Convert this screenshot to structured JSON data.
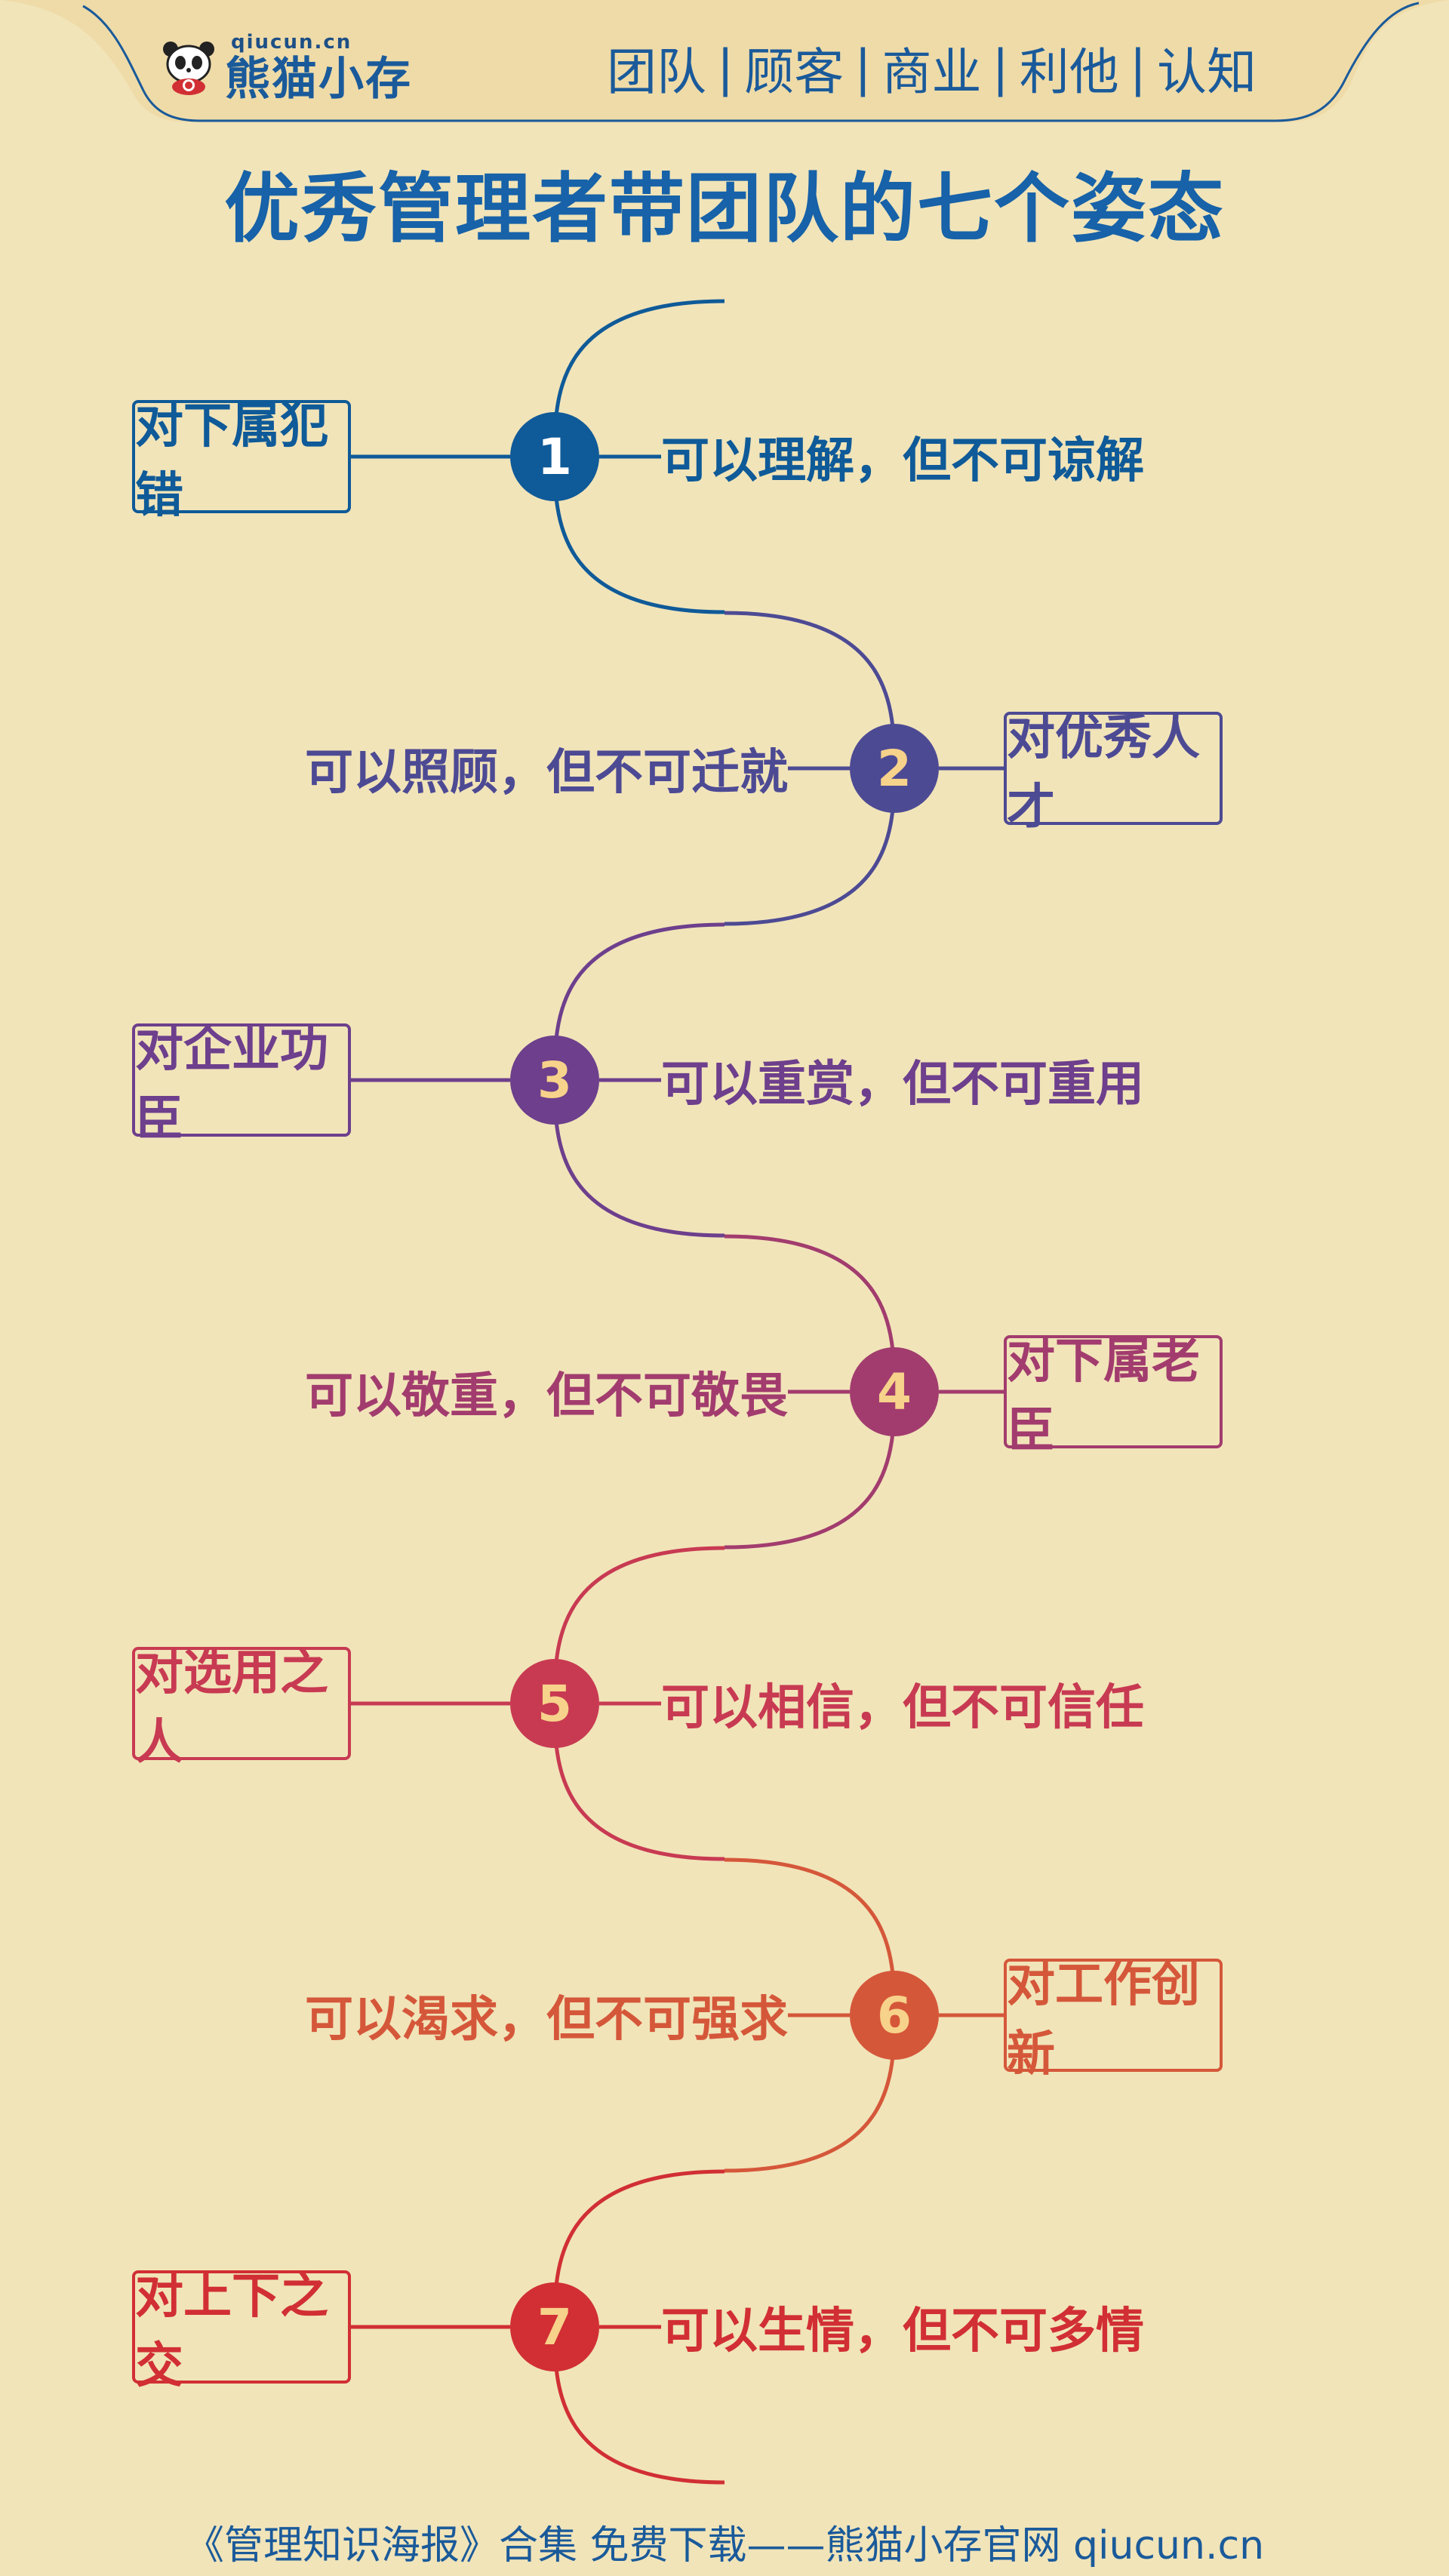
{
  "brand": {
    "url": "qiucun.cn",
    "name": "熊猫小存",
    "logo_icon": "panda-icon"
  },
  "nav": {
    "items": [
      "团队",
      "顾客",
      "商业",
      "利他",
      "认知"
    ],
    "separator": "|"
  },
  "title": "优秀管理者带团队的七个姿态",
  "steps": [
    {
      "number": "1",
      "label": "对下属犯错",
      "phrase": "可以理解，但不可谅解",
      "color": "#0f5a98",
      "num_color": "#ffffff"
    },
    {
      "number": "2",
      "label": "对优秀人才",
      "phrase": "可以照顾，但不可迁就",
      "color": "#4d4a94",
      "num_color": "#f7d28a"
    },
    {
      "number": "3",
      "label": "对企业功臣",
      "phrase": "可以重赏，但不可重用",
      "color": "#6d3f8c",
      "num_color": "#f7d28a"
    },
    {
      "number": "4",
      "label": "对下属老臣",
      "phrase": "可以敬重，但不可敬畏",
      "color": "#a23c6e",
      "num_color": "#f7d28a"
    },
    {
      "number": "5",
      "label": "对选用之人",
      "phrase": "可以相信，但不可信任",
      "color": "#c83a52",
      "num_color": "#f7d28a"
    },
    {
      "number": "6",
      "label": "对工作创新",
      "phrase": "可以渴求，但不可强求",
      "color": "#d5573a",
      "num_color": "#f7d28a"
    },
    {
      "number": "7",
      "label": "对上下之交",
      "phrase": "可以生情，但不可多情",
      "color": "#d12f34",
      "num_color": "#f7d28a"
    }
  ],
  "footer": "《管理知识海报》合集 免费下载——熊猫小存官网 qiucun.cn",
  "colors": {
    "background": "#f1e4b9",
    "header_stroke": "#1a5a9a",
    "title": "#1762a8"
  }
}
